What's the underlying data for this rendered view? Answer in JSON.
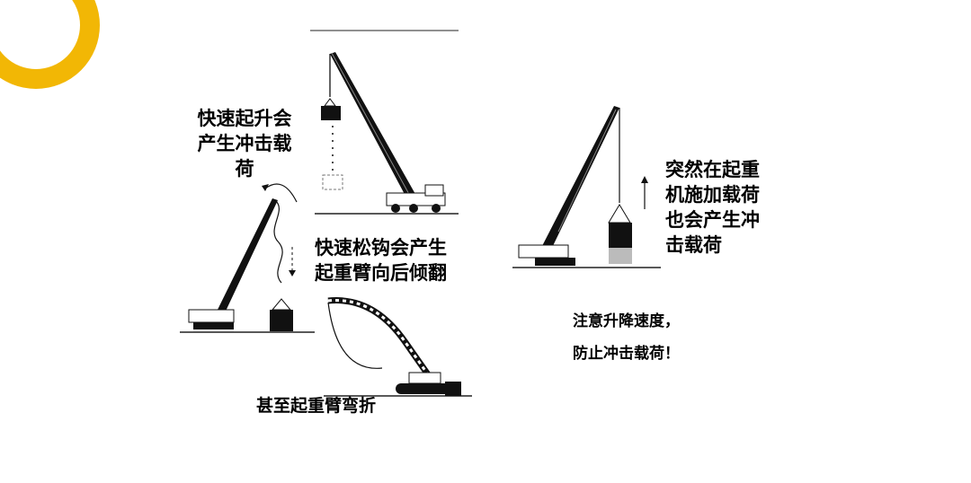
{
  "colors": {
    "accent": "#F2B705",
    "ink": "#111111",
    "paper": "#ffffff"
  },
  "labels": {
    "rapid_lift": [
      "快速起升会",
      "产生冲击载",
      "荷"
    ],
    "rapid_release": [
      "快速松钩会产生",
      "起重臂向后倾翻"
    ],
    "boom_break": "甚至起重臂弯折",
    "sudden_load": [
      "突然在起重",
      "机施加载荷",
      "也会产生冲",
      "击载荷"
    ],
    "note": [
      "注意升降速度，",
      "防止冲击载荷！"
    ]
  },
  "icons": [
    "accent-arc-decoration",
    "crane-rapid-lift-illustration",
    "crane-rapid-release-illustration",
    "crane-boom-break-illustration",
    "crane-sudden-load-illustration"
  ]
}
